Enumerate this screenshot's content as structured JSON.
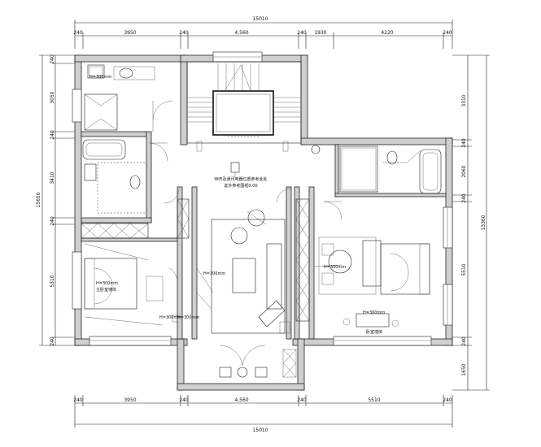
{
  "dimensions": {
    "overall_top": "15010",
    "overall_bottom": "15010",
    "top_segments": [
      "240",
      "3950",
      "240",
      "4,560",
      "240",
      "1930",
      "4220",
      "240"
    ],
    "bottom_segments": [
      "240",
      "3950",
      "240",
      "4,560",
      "240",
      "5510",
      "240"
    ],
    "left_overall": "15650",
    "left_segments": [
      "240",
      "3050",
      "240",
      "3410",
      "240",
      "5310",
      "240"
    ],
    "right_overall": "13360",
    "right_segments": [
      "3310",
      "240",
      "2060",
      "240",
      "5510",
      "240",
      "1650"
    ]
  },
  "annotations": {
    "wifi_line1": "WiFi及通讯电器位置参考此处",
    "wifi_line2": "此外参考图纸0.00",
    "h_bath": "H=300mm",
    "h_bed_left": "H=300mm",
    "bed_left_caption": "主卧室墙体",
    "h_mid": "H=300mm",
    "h_living": "H=300mm",
    "h_hall": "H=300mm",
    "h_bed_right": "H=300mm",
    "h_lower_right": "H=300mm",
    "study_caption": "卧室墙体"
  }
}
